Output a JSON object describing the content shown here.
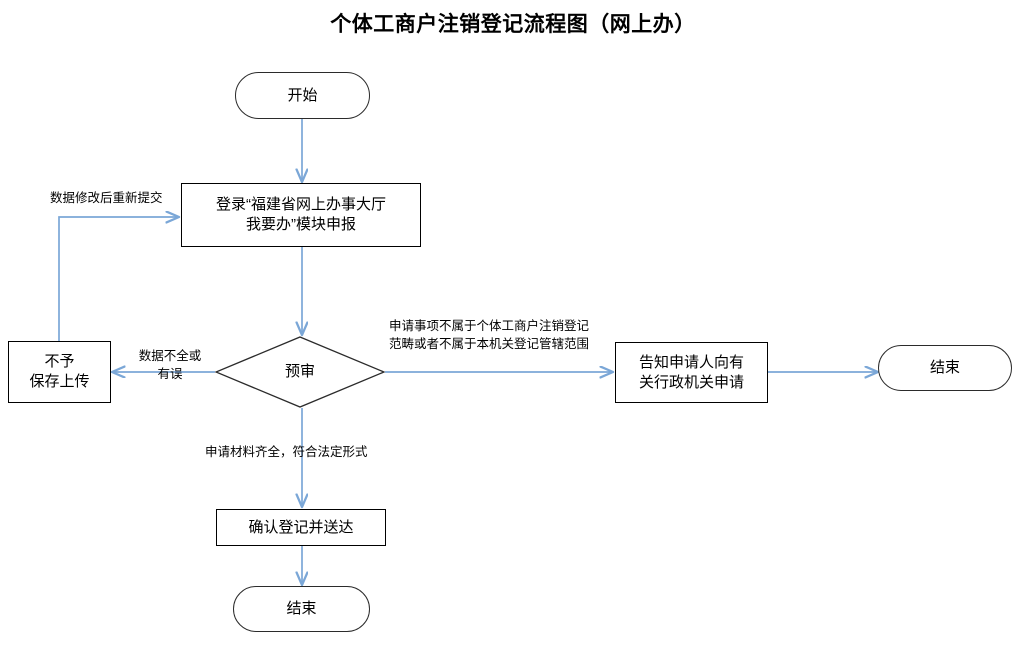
{
  "title": "个体工商户注销登记流程图（网上办）",
  "colors": {
    "arrow": "#7ba7d7",
    "node_border_dark": "#2b2b2b",
    "node_border_black": "#000000",
    "text": "#000000",
    "background": "#ffffff"
  },
  "nodes": {
    "start": {
      "label": "开始",
      "type": "terminator"
    },
    "apply": {
      "label": "登录“福建省网上办事大厅\n我要办”模块申报",
      "type": "process"
    },
    "review": {
      "label": "预审",
      "type": "decision"
    },
    "not_saved": {
      "label": "不予\n保存上传",
      "type": "process"
    },
    "notify_applicant": {
      "label": "告知申请人向有\n关行政机关申请",
      "type": "process"
    },
    "confirm_register": {
      "label": "确认登记并送达",
      "type": "process"
    },
    "end_right": {
      "label": "结束",
      "type": "terminator"
    },
    "end_bottom": {
      "label": "结束",
      "type": "terminator"
    }
  },
  "edge_labels": {
    "resubmit": "数据修改后重新提交",
    "incomplete_data": "数据不全或\n有误",
    "out_of_scope": "申请事项不属于个体工商户注销登记\n范畴或者不属于本机关登记管辖范围",
    "materials_complete": "申请材料齐全，符合法定形式"
  }
}
